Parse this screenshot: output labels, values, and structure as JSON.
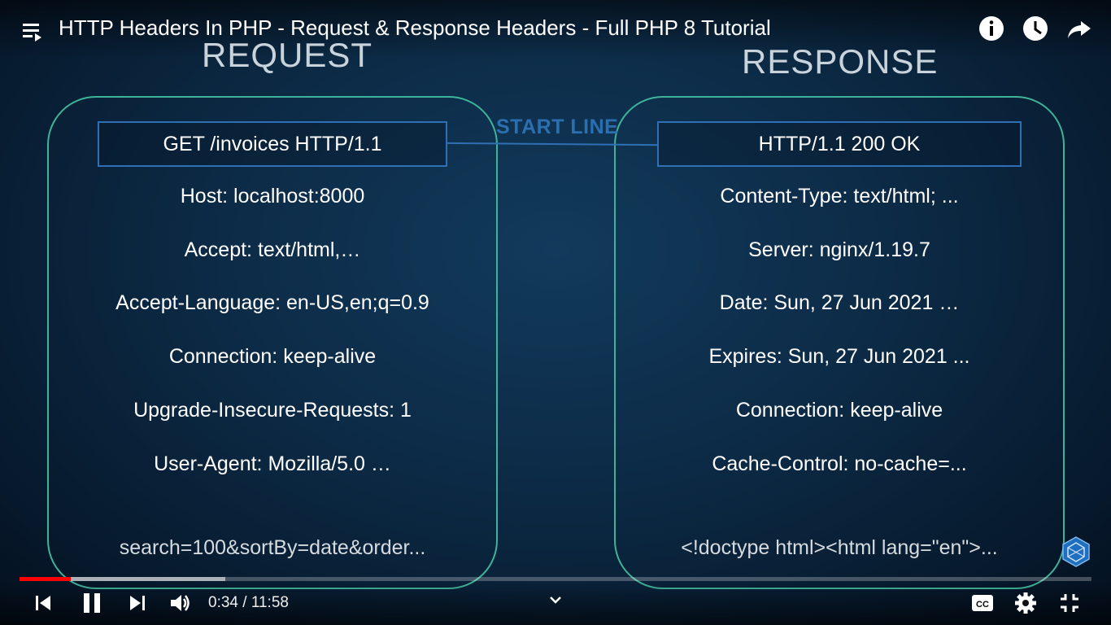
{
  "header": {
    "video_title": "HTTP Headers In PHP - Request & Response Headers - Full PHP 8 Tutorial",
    "icons": [
      "playlist-icon",
      "info-icon",
      "watch-later-icon",
      "share-icon"
    ]
  },
  "slide": {
    "request": {
      "heading": "REQUEST",
      "start_line": "GET /invoices HTTP/1.1",
      "headers": [
        "Host: localhost:8000",
        "Accept: text/html,…",
        "Accept-Language: en-US,en;q=0.9",
        "Connection: keep-alive",
        "Upgrade-Insecure-Requests: 1",
        "User-Agent: Mozilla/5.0 …"
      ],
      "body": "search=100&sortBy=date&order..."
    },
    "start_line_label": "START LINE",
    "response": {
      "heading": "RESPONSE",
      "start_line": "HTTP/1.1 200 OK",
      "headers": [
        "Content-Type: text/html; ...",
        "Server: nginx/1.19.7",
        "Date: Sun, 27 Jun 2021 …",
        "Expires: Sun, 27 Jun 2021 ...",
        "Connection: keep-alive",
        "Cache-Control: no-cache=..."
      ],
      "body": "<!doctype html><html lang=\"en\">..."
    },
    "colors": {
      "panel_border": "#3fb39a",
      "start_box_border": "#2f6fb3",
      "start_label": "#2b6fb0"
    }
  },
  "player": {
    "current_time": "0:34",
    "separator": " / ",
    "duration": "11:58",
    "played_fraction": 0.048,
    "buffered_fraction": 0.192,
    "progress_color": "#ff0000",
    "icons": [
      "previous-icon",
      "pause-icon",
      "next-icon",
      "volume-icon",
      "chevron-down-icon",
      "captions-icon",
      "settings-icon",
      "exit-fullscreen-icon"
    ]
  }
}
